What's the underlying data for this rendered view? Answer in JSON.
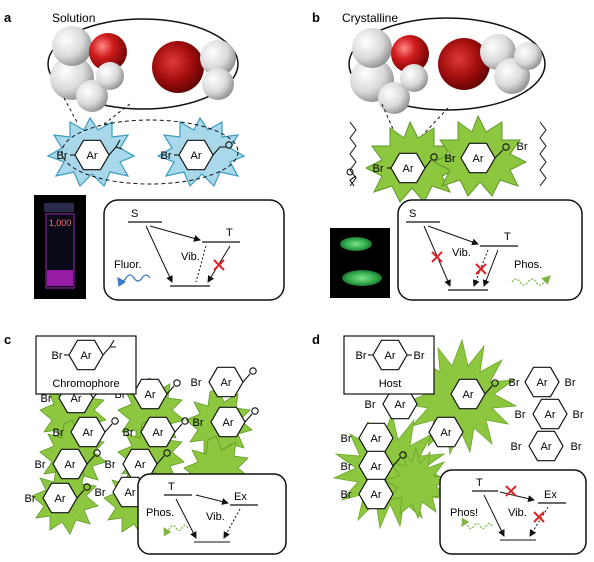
{
  "panels": {
    "a": {
      "letter": "a",
      "title": "Solution",
      "vial_label": "1,000",
      "molecule": {
        "substituent": "Br",
        "ring_label": "Ar"
      },
      "jablonski": {
        "s": "S",
        "t": "T",
        "vib": "Vib.",
        "emission": "Fluor."
      }
    },
    "b": {
      "letter": "b",
      "title": "Crystalline",
      "molecule": {
        "substituent": "Br",
        "ring_label": "Ar"
      },
      "jablonski": {
        "s": "S",
        "t": "T",
        "vib": "Vib.",
        "emission": "Phos."
      }
    },
    "c": {
      "letter": "c",
      "box_label": "Chromophore",
      "molecule": {
        "substituent": "Br",
        "ring_label": "Ar"
      },
      "jablonski": {
        "t": "T",
        "ex": "Ex",
        "vib": "Vib.",
        "emission": "Phos."
      }
    },
    "d": {
      "letter": "d",
      "box_label": "Host",
      "molecule": {
        "substituent": "Br",
        "ring_label": "Ar"
      },
      "jablonski": {
        "t": "T",
        "ex": "Ex",
        "vib": "Vib.",
        "emission": "Phos!"
      }
    }
  },
  "colors": {
    "glow_blue": "#a9d8ea",
    "glow_green": "#8dc63f",
    "glow_green_dark": "#6aa52a",
    "oxygen_red": "#c41a1a",
    "hydrogen_white": "#e8e8e8",
    "cross_red": "#d9262c",
    "fluor_blue": "#3b7cc4",
    "phos_green": "#7cb342",
    "vial_purple": "#b020c0",
    "crystal_green": "#2ea84a"
  }
}
